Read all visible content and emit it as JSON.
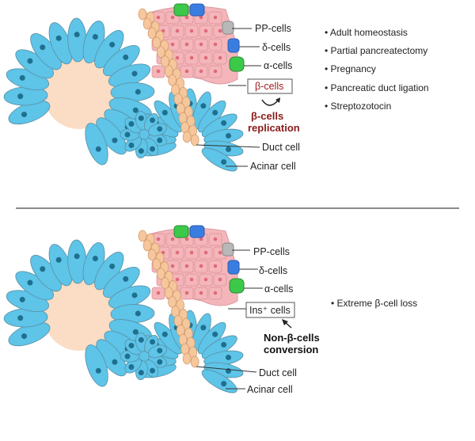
{
  "colors": {
    "acinar": "#5ec4e8",
    "acinar_nucleus": "#1f6f8f",
    "duct": "#f6c79c",
    "beta": "#f4b6ba",
    "alpha": "#3cc94a",
    "delta": "#3a7de0",
    "pp": "#b8b8b8",
    "accent_red": "#8b1a1a"
  },
  "top_panel": {
    "labels": {
      "pp": "PP-cells",
      "delta": "δ-cells",
      "alpha": "α-cells",
      "beta_box": "β-cells",
      "duct": "Duct cell",
      "acinar": "Acinar cell"
    },
    "mechanism": [
      "β-cells",
      "replication"
    ],
    "conditions": [
      "• Adult homeostasis",
      "• Partial pancreatectomy",
      "• Pregnancy",
      "• Pancreatic duct ligation",
      "• Streptozotocin"
    ]
  },
  "bottom_panel": {
    "labels": {
      "pp": "PP-cells",
      "delta": "δ-cells",
      "alpha": "α-cells",
      "ins_box": "Ins⁺ cells",
      "duct": "Duct cell",
      "acinar": "Acinar cell"
    },
    "mechanism": [
      "Non-β-cells",
      "conversion"
    ],
    "conditions": [
      "• Extreme β-cell loss"
    ]
  }
}
